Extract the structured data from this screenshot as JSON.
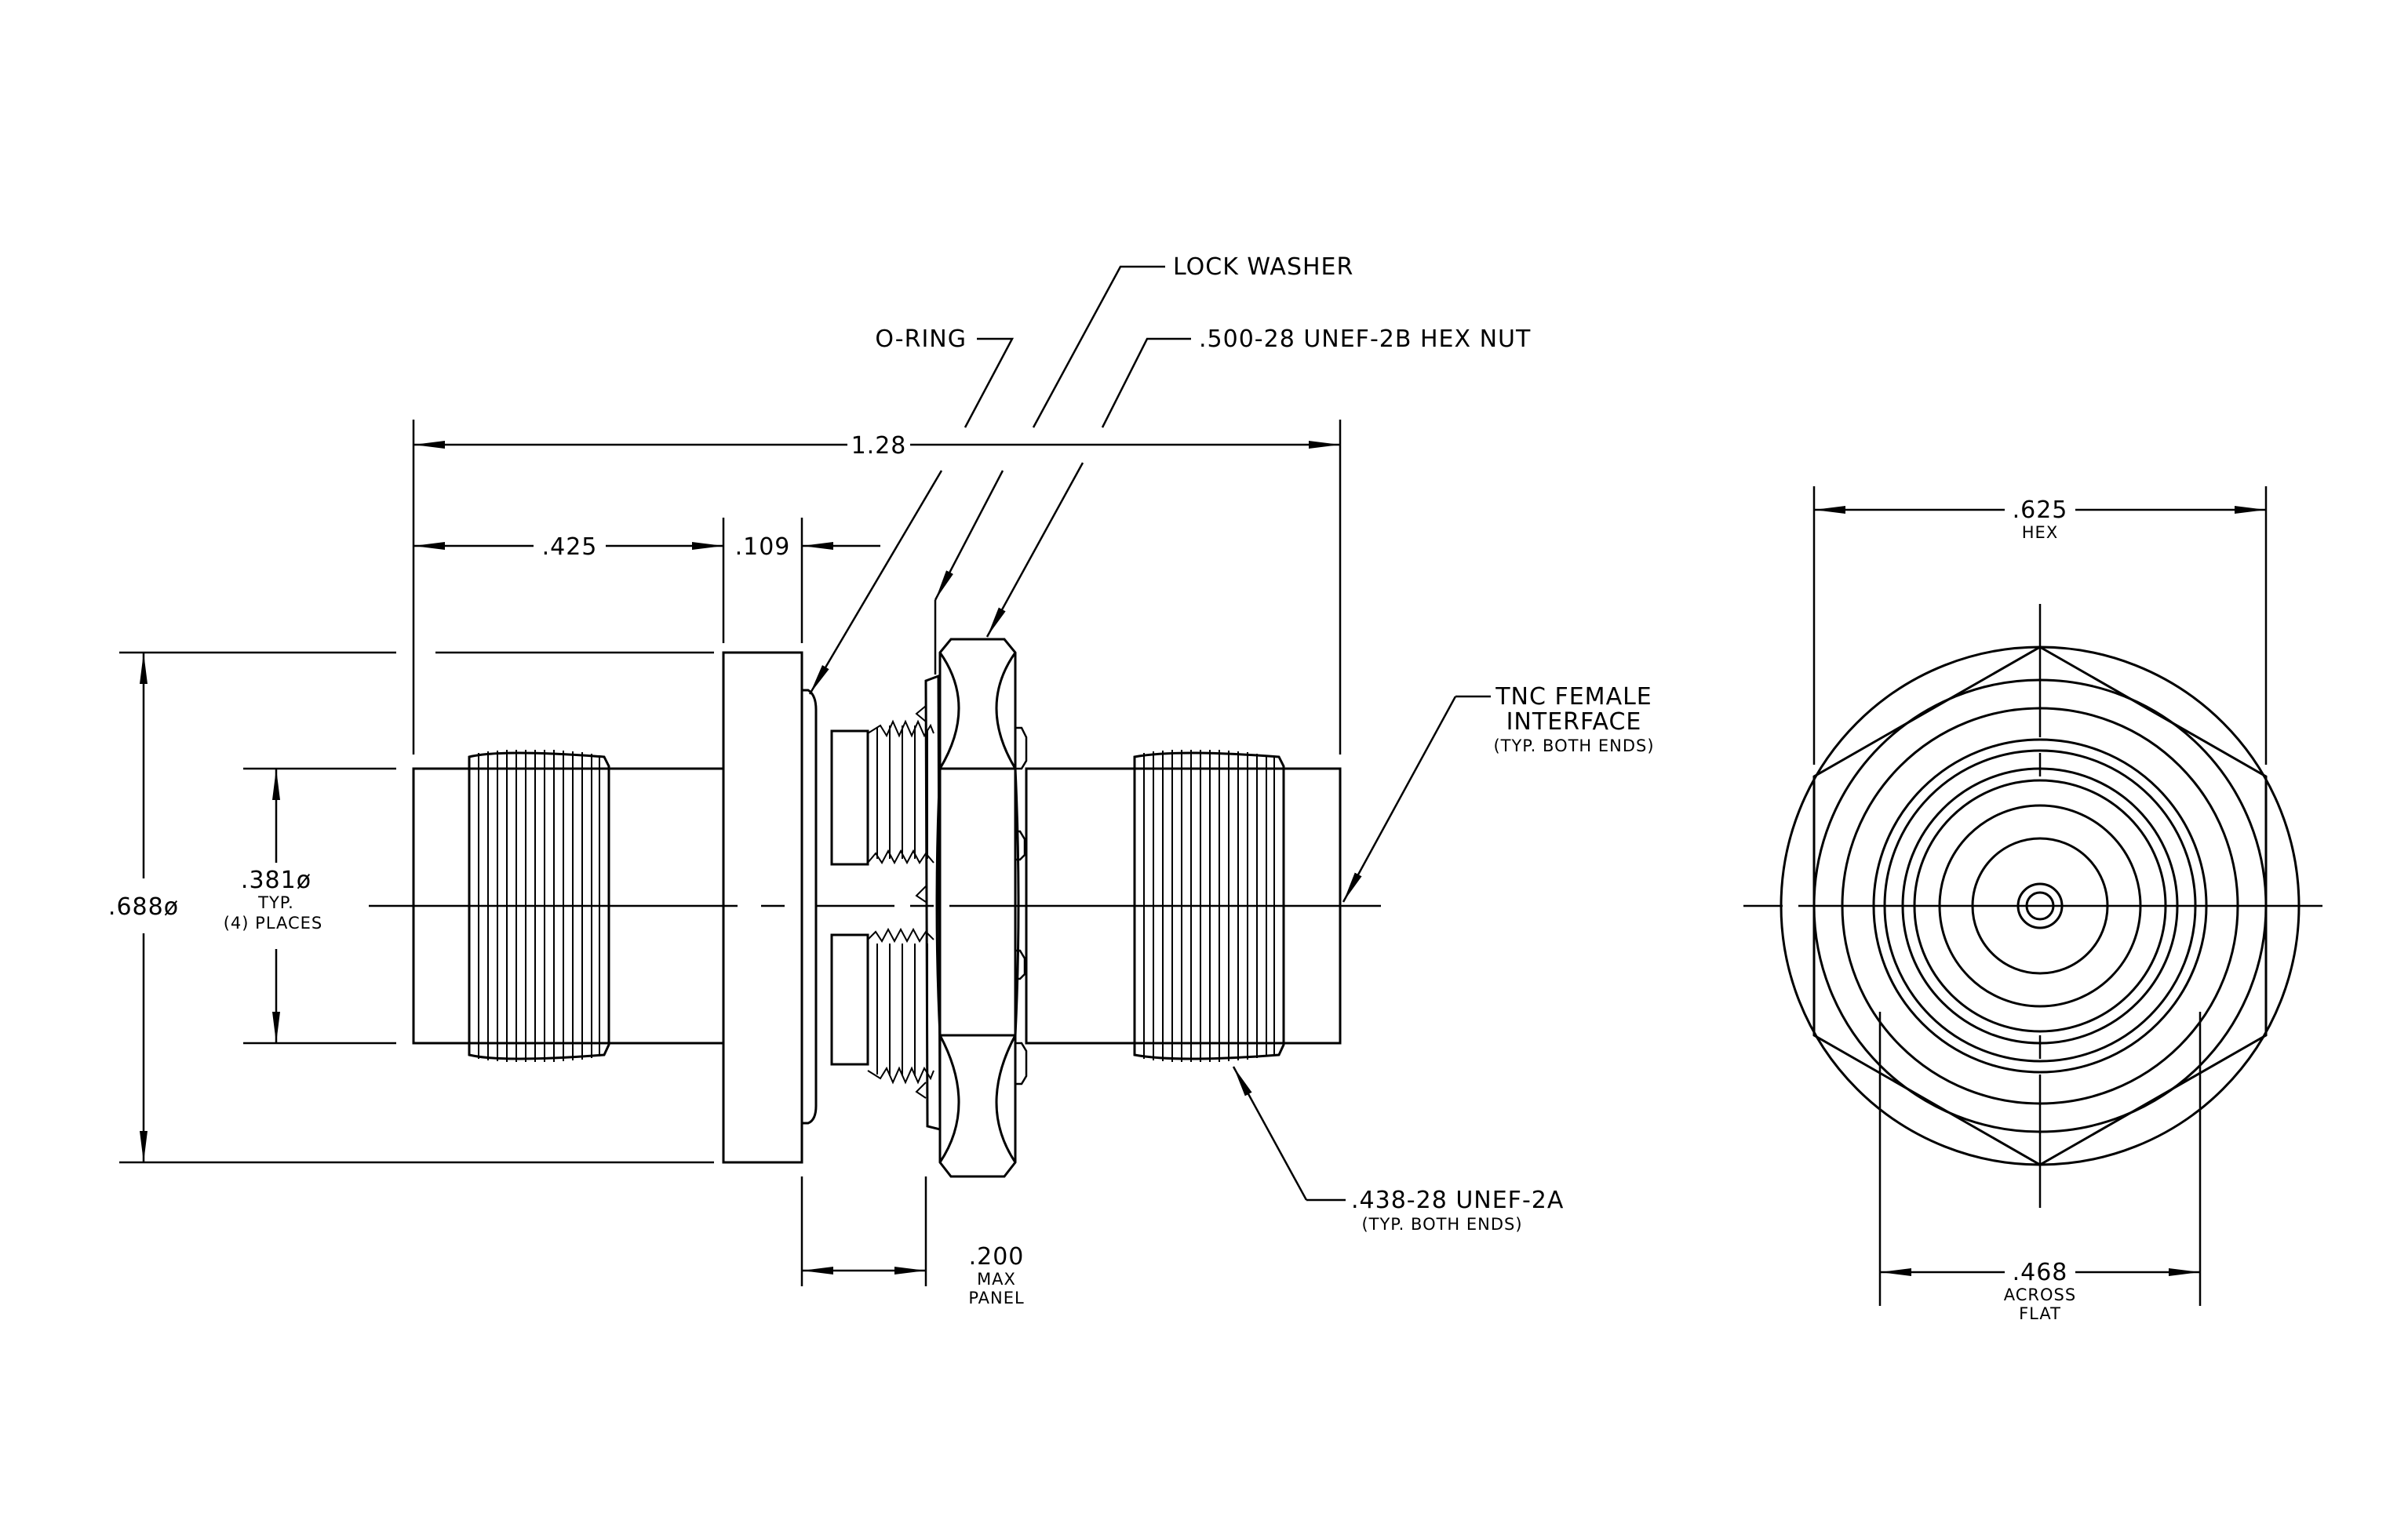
{
  "drawing": {
    "colors": {
      "line": "#000000",
      "background": "#ffffff"
    },
    "labels": {
      "lock_washer": "LOCK WASHER",
      "o_ring": "O-RING",
      "hex_nut": ".500-28 UNEF-2B HEX NUT",
      "tnc_line1": "TNC FEMALE",
      "tnc_line2": "INTERFACE",
      "tnc_line3": "(TYP. BOTH ENDS)",
      "thread_line1": ".438-28 UNEF-2A",
      "thread_line2": "(TYP. BOTH ENDS)"
    },
    "dimensions": {
      "overall_length": "1.28",
      "body_length": ".425",
      "flange_width": ".109",
      "flange_diameter": ".688ø",
      "shell_diameter": ".381ø",
      "shell_typ": "TYP.",
      "shell_places": "(4)  PLACES",
      "panel": ".200",
      "panel_line2": "MAX",
      "panel_line3": "PANEL",
      "hex": ".625",
      "hex_line2": "HEX",
      "across_flat": ".468",
      "across_flat_line2": "ACROSS",
      "across_flat_line3": "FLAT"
    }
  }
}
